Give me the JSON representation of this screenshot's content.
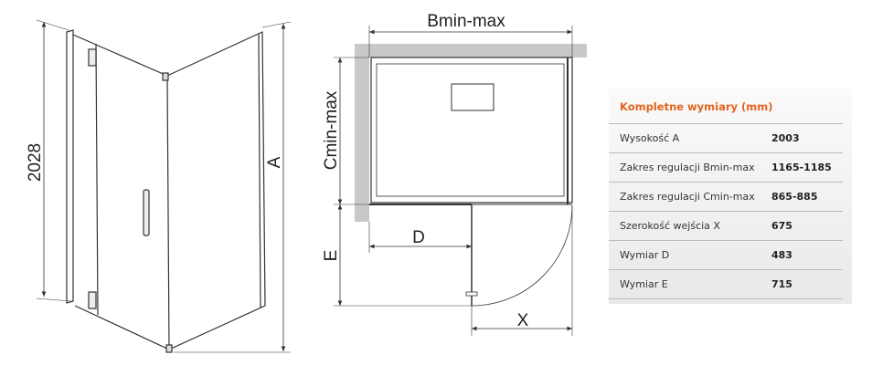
{
  "labels": {
    "height_2028": "2028",
    "dim_A": "A",
    "dim_B": "Bmin-max",
    "dim_C": "Cmin-max",
    "dim_D": "D",
    "dim_E": "E",
    "dim_X": "X"
  },
  "table": {
    "title": "Kompletne wymiary (mm)",
    "rows": [
      {
        "label": "Wysokość A",
        "value": "2003"
      },
      {
        "label": "Zakres regulacji Bmin-max",
        "value": "1165-1185"
      },
      {
        "label": "Zakres regulacji Cmin-max",
        "value": "865-885"
      },
      {
        "label": "Szerokość wejścia X",
        "value": "675"
      },
      {
        "label": "Wymiar D",
        "value": "483"
      },
      {
        "label": "Wymiar E",
        "value": "715"
      }
    ]
  },
  "colors": {
    "accent": "#e2631e",
    "wall": "#c8c8c8"
  }
}
